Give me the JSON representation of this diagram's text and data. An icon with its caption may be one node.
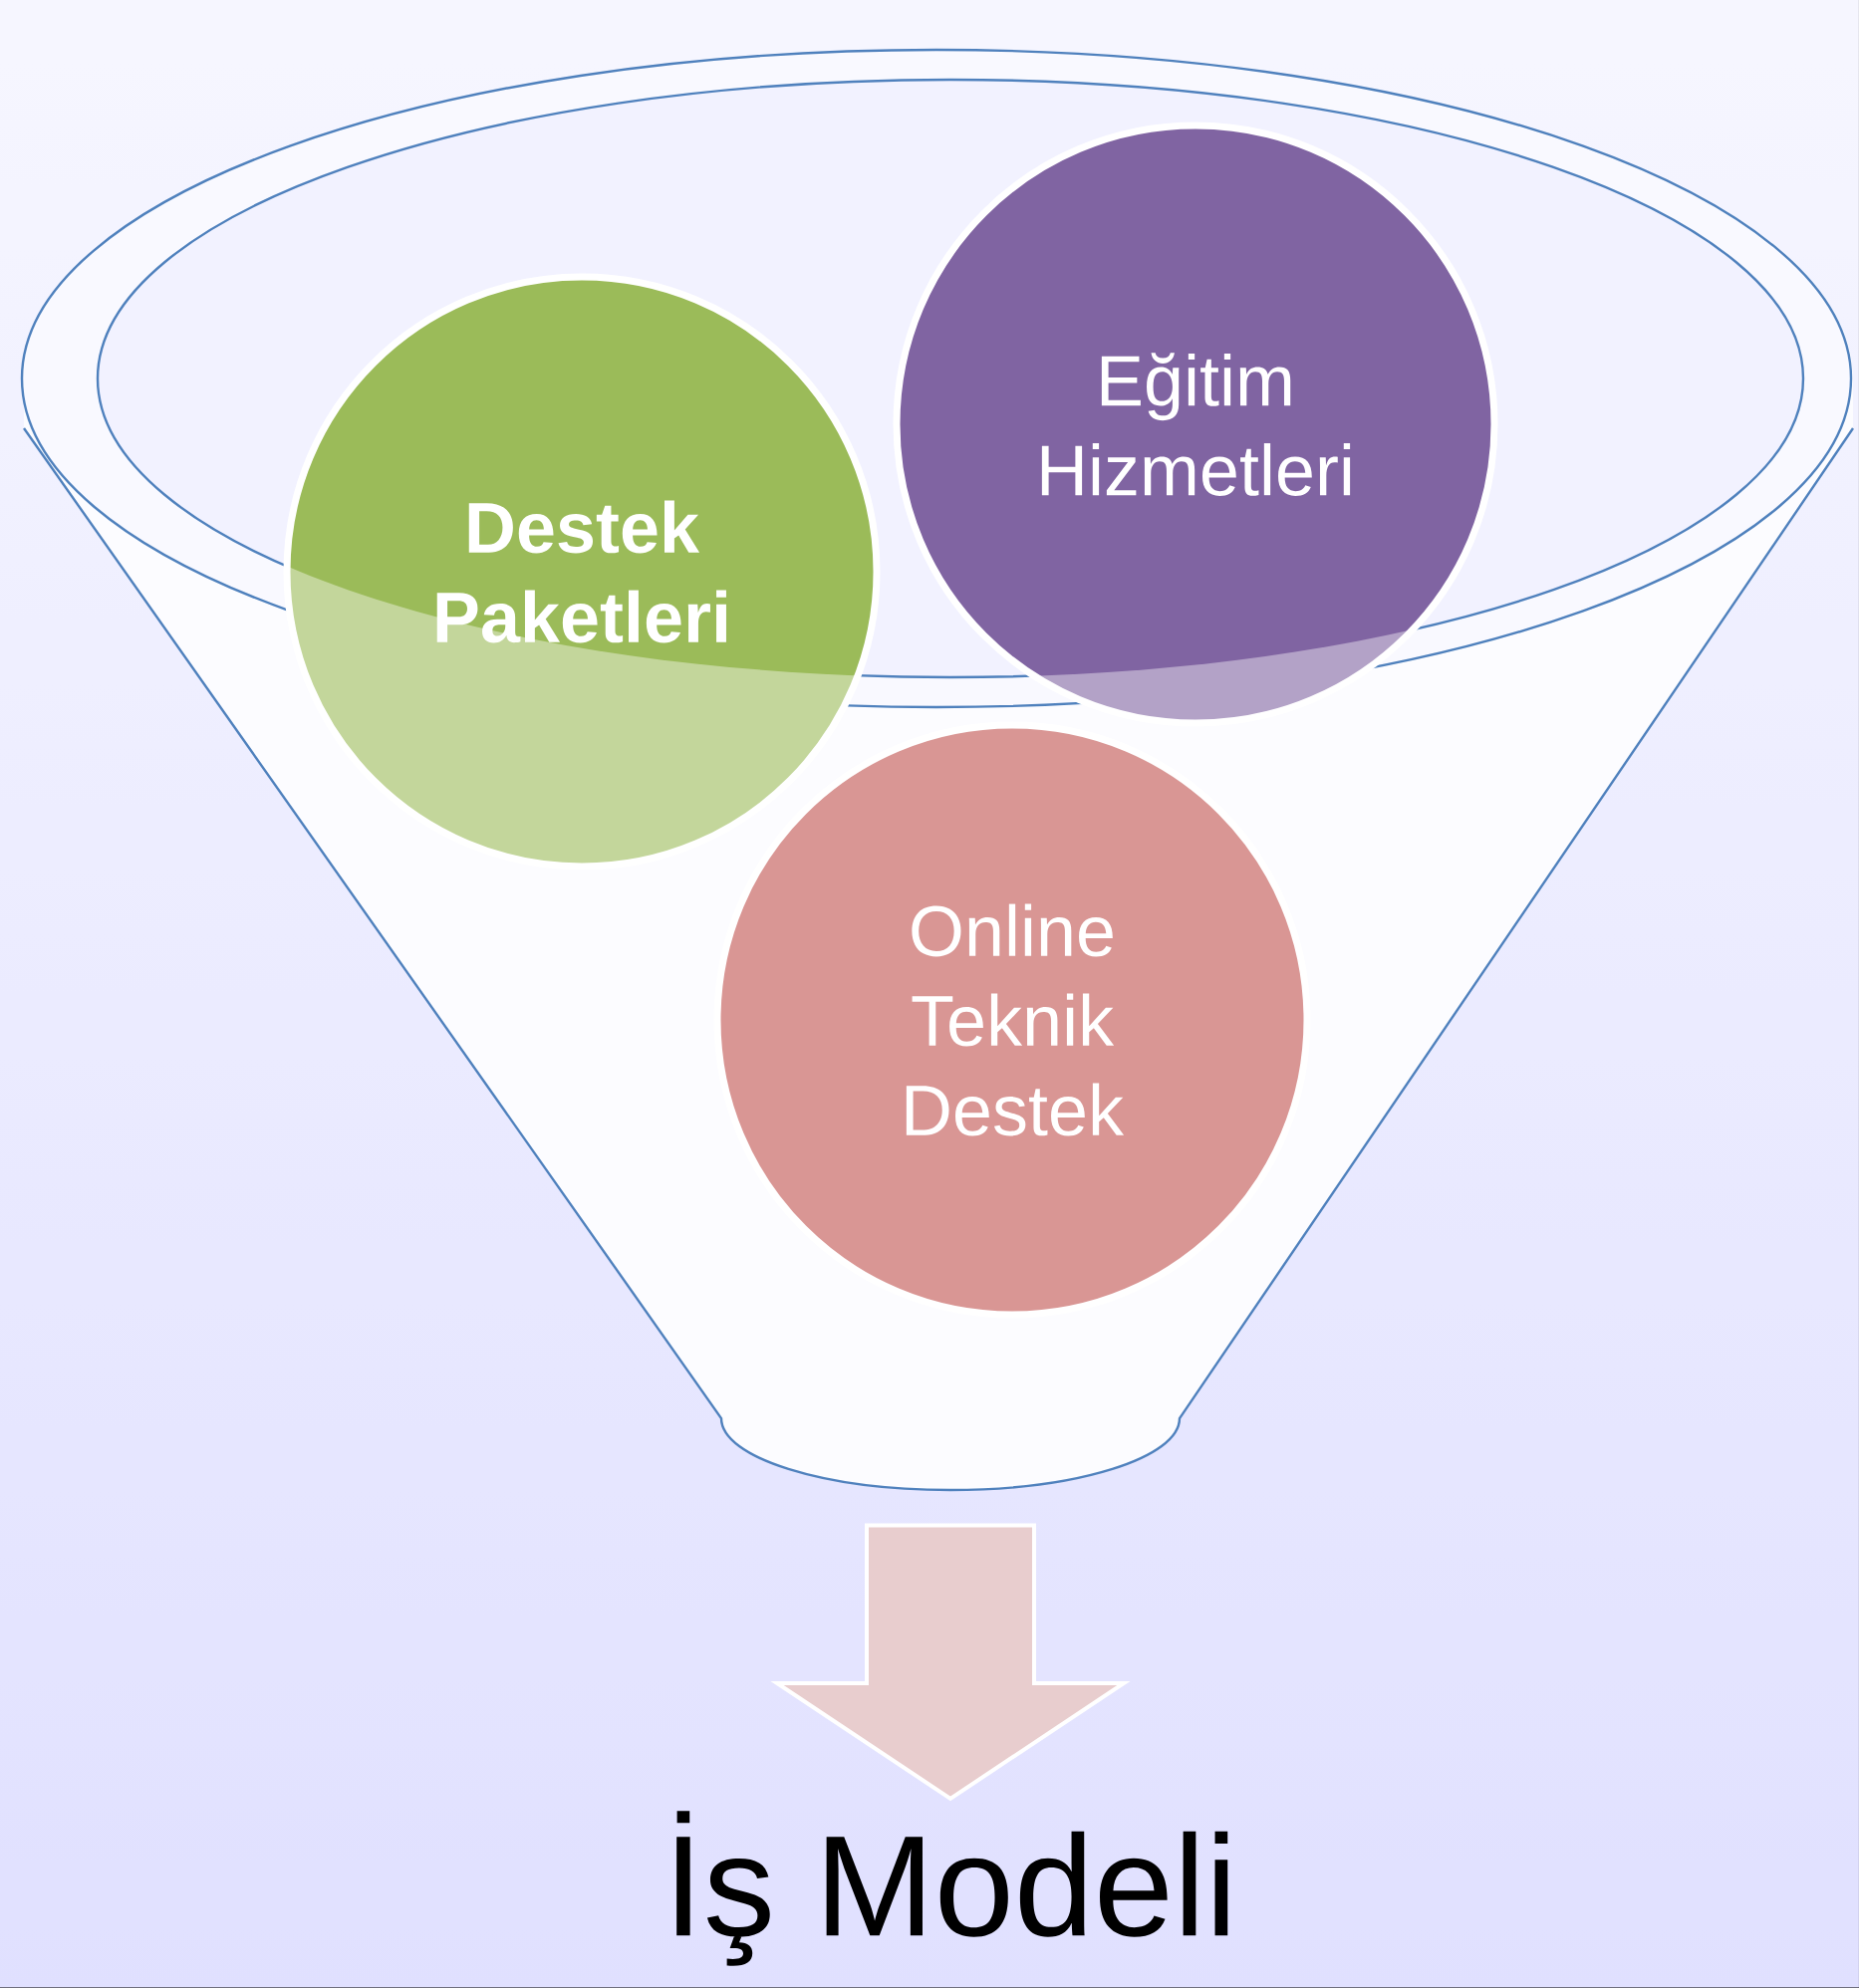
{
  "diagram": {
    "nodes": [
      {
        "text": [],
        "shape": "funnel"
      },
      {
        "text": [
          "Destek Paketleri"
        ],
        "in": 0
      },
      {
        "text": [
          "Eğitim Hizmetleri"
        ],
        "in": 0
      },
      {
        "text": [
          "Online Teknik Destek"
        ],
        "in": 0
      },
      {
        "text": [
          "İş Modeli"
        ]
      }
    ],
    "edges": [
      {
        "from": 0,
        "to": 4,
        "arrow": "to"
      }
    ]
  }
}
